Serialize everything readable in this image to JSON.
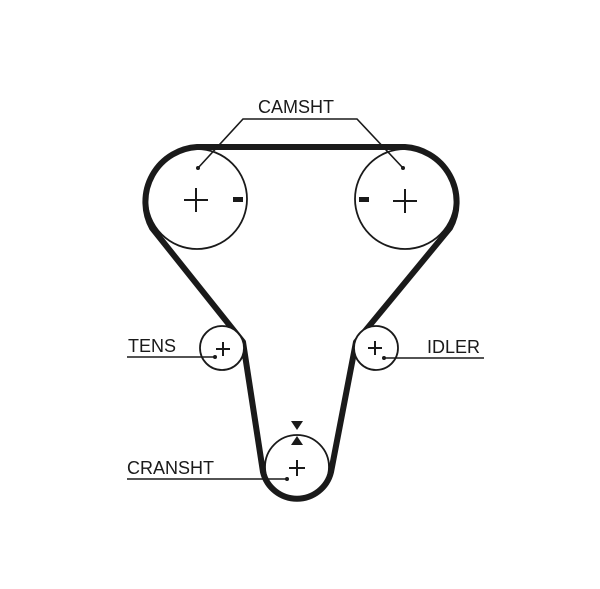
{
  "diagram": {
    "type": "timing-belt-routing",
    "labels": {
      "camshaft": "CAMSHT",
      "tensioner": "TENS",
      "idler": "IDLER",
      "crankshaft": "CRANSHT"
    },
    "pulleys": [
      {
        "id": "camshaft-left",
        "plus": "+",
        "minus": "-"
      },
      {
        "id": "camshaft-right",
        "plus": "+",
        "minus": "-"
      },
      {
        "id": "tensioner",
        "plus": "+"
      },
      {
        "id": "idler",
        "plus": "+"
      },
      {
        "id": "crankshaft",
        "plus": "+",
        "timing_mark": "▼▲"
      }
    ],
    "colors": {
      "line": "#1a1a1a",
      "background": "#ffffff"
    }
  }
}
